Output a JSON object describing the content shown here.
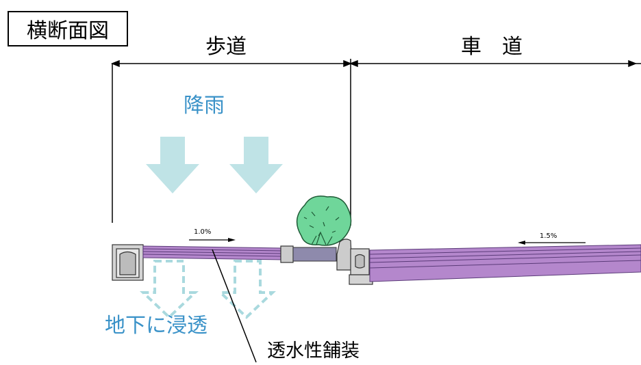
{
  "title": "横断面図",
  "labels": {
    "sidewalk": "歩道",
    "roadway": "車　道",
    "rain": "降雨",
    "infiltration": "地下に浸透",
    "permeable_pavement": "透水性舗装",
    "sidewalk_slope": "1.0%",
    "roadway_slope": "1.5%"
  },
  "colors": {
    "pavement": "#b487cc",
    "pavement_line": "#5a3a78",
    "rain_arrow": "#bfe3e6",
    "infiltration_arrow": "#a9d9de",
    "label_blue": "#3a92c8",
    "shrub": "#6fd69a",
    "curb": "#cccccc",
    "planter_fill": "#8e8aac"
  },
  "icons": [
    "rain-arrow",
    "infiltration-arrow",
    "shrub-icon",
    "curb-stone",
    "gutter-block"
  ]
}
